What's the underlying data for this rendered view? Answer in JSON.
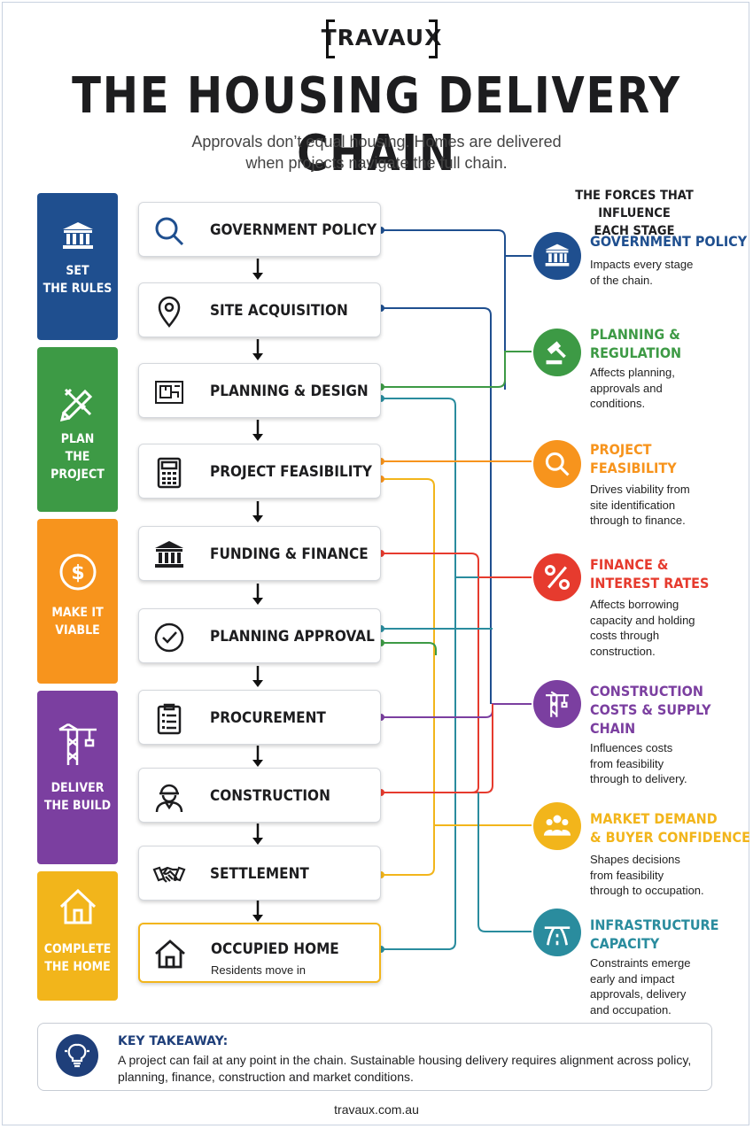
{
  "brand": "TRAVAUX",
  "title": "THE HOUSING DELIVERY CHAIN",
  "subtitle_line1": "Approvals don’t equal housing. Homes are delivered",
  "subtitle_line2": "when projects navigate the full chain.",
  "stages": [
    {
      "line1": "SET",
      "line2": "THE RULES",
      "color": "#1f4f8f",
      "icon": "building-icon"
    },
    {
      "line1": "PLAN",
      "line2": "THE PROJECT",
      "color": "#3d9a45",
      "icon": "ruler-pencil-icon"
    },
    {
      "line1": "MAKE IT",
      "line2": "VIABLE",
      "color": "#f7941d",
      "icon": "dollar-coin-icon"
    },
    {
      "line1": "DELIVER",
      "line2": "THE BUILD",
      "color": "#7b3fa0",
      "icon": "crane-icon"
    },
    {
      "line1": "COMPLETE",
      "line2": "THE HOME",
      "color": "#f2b51b",
      "icon": "house-icon"
    }
  ],
  "steps": [
    {
      "title": "GOVERNMENT POLICY",
      "icon": "magnifier-icon"
    },
    {
      "title": "SITE ACQUISITION",
      "icon": "location-pin-icon"
    },
    {
      "title": "PLANNING & DESIGN",
      "icon": "blueprint-icon"
    },
    {
      "title": "PROJECT FEASIBILITY",
      "icon": "calculator-icon"
    },
    {
      "title": "FUNDING & FINANCE",
      "icon": "bank-icon"
    },
    {
      "title": "PLANNING APPROVAL",
      "icon": "check-circle-icon"
    },
    {
      "title": "PROCUREMENT",
      "icon": "clipboard-icon"
    },
    {
      "title": "CONSTRUCTION",
      "icon": "worker-icon"
    },
    {
      "title": "SETTLEMENT",
      "icon": "handshake-icon"
    },
    {
      "title": "OCCUPIED HOME",
      "subtitle": "Residents move in",
      "icon": "house-icon"
    }
  ],
  "forces_heading_line1": "THE FORCES THAT INFLUENCE",
  "forces_heading_line2": "EACH STAGE",
  "forces": [
    {
      "title": "GOVERNMENT POLICY",
      "desc": "Impacts every stage\nof the chain.",
      "color": "#1f4f8f",
      "icon": "bank-icon"
    },
    {
      "title": "PLANNING &\nREGULATION",
      "desc": "Affects planning,\napprovals and\nconditions.",
      "color": "#3d9a45",
      "icon": "gavel-icon"
    },
    {
      "title": "PROJECT\nFEASIBILITY",
      "desc": "Drives viability from\nsite identification\nthrough to finance.",
      "color": "#f7941d",
      "icon": "magnifier-icon"
    },
    {
      "title": "FINANCE &\nINTEREST RATES",
      "desc": "Affects borrowing\ncapacity and holding\ncosts through\nconstruction.",
      "color": "#e63b2e",
      "icon": "percent-icon"
    },
    {
      "title": "CONSTRUCTION\nCOSTS & SUPPLY\nCHAIN",
      "desc": "Influences costs\nfrom feasibility\nthrough to delivery.",
      "color": "#7b3fa0",
      "icon": "crane-icon"
    },
    {
      "title": "MARKET DEMAND\n& BUYER CONFIDENCE",
      "desc": "Shapes decisions\nfrom feasibility\nthrough to occupation.",
      "color": "#f2b51b",
      "icon": "people-icon"
    },
    {
      "title": "INFRASTRUCTURE\nCAPACITY",
      "desc": "Constraints emerge\nearly and impact\napprovals, delivery\nand occupation.",
      "color": "#2a8c9e",
      "icon": "road-icon"
    }
  ],
  "takeaway_title": "KEY TAKEAWAY:",
  "takeaway_text": "A project can fail at any point in the chain. Sustainable housing delivery requires alignment across policy, planning, finance, construction and market conditions.",
  "footer": "travaux.com.au"
}
